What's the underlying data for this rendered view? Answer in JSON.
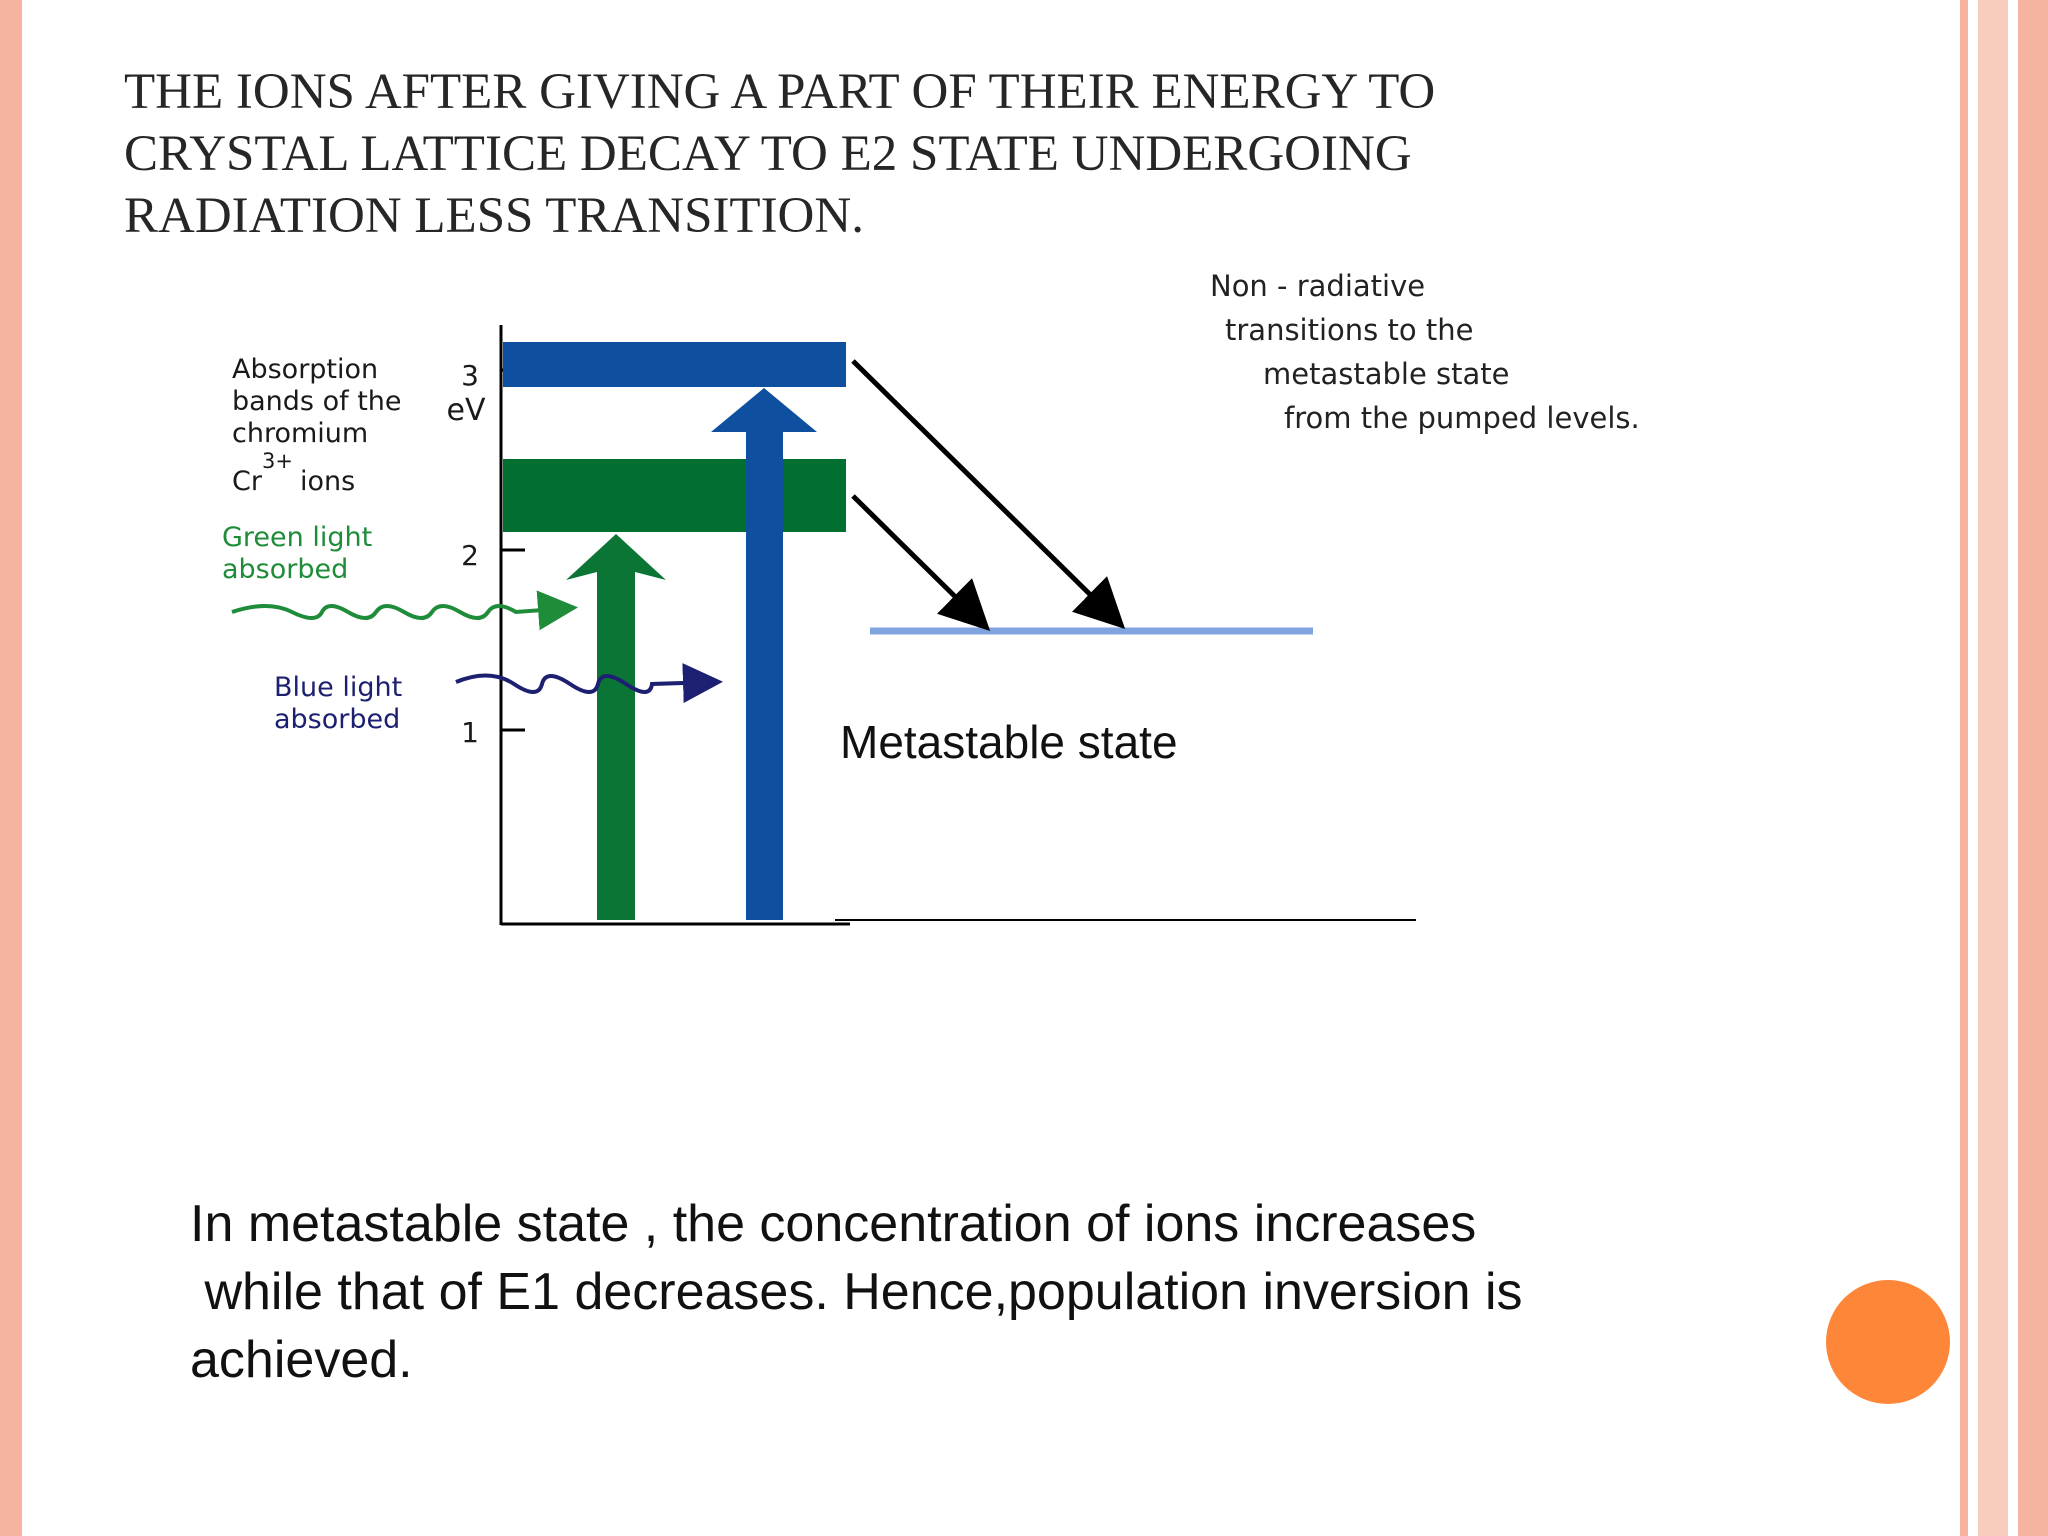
{
  "slide": {
    "title_lines": [
      "THE IONS AFTER GIVING A PART OF THEIR ENERGY TO",
      "CRYSTAL LATTICE DECAY TO E2 STATE UNDERGOING",
      "RADIATION LESS TRANSITION."
    ],
    "body_lines": [
      "In metastable state , the concentration of ions increases",
      " while that of E1 decreases. Hence,population inversion is",
      "achieved."
    ]
  },
  "diagram": {
    "absorption_label_lines": [
      "Absorption",
      "bands of the",
      "chromium"
    ],
    "cr": "Cr",
    "cr_superscript": "3+",
    "cr_ions": "ions",
    "axis_unit": "eV",
    "axis_ticks": [
      "3",
      "2",
      "1"
    ],
    "green_label_lines": [
      "Green light",
      "absorbed"
    ],
    "blue_label_lines": [
      "Blue light",
      "absorbed"
    ],
    "nonradiative_lines": [
      "Non - radiative",
      "transitions to the",
      "metastable state",
      "from the pumped levels."
    ],
    "metastable_label": "Metastable state",
    "colors": {
      "blue_band": "#0f4fa0",
      "green_band": "#006f30",
      "metastable_line": "#7fa4e0",
      "green_light": "#1f8c3a",
      "blue_light": "#1d2070"
    }
  }
}
